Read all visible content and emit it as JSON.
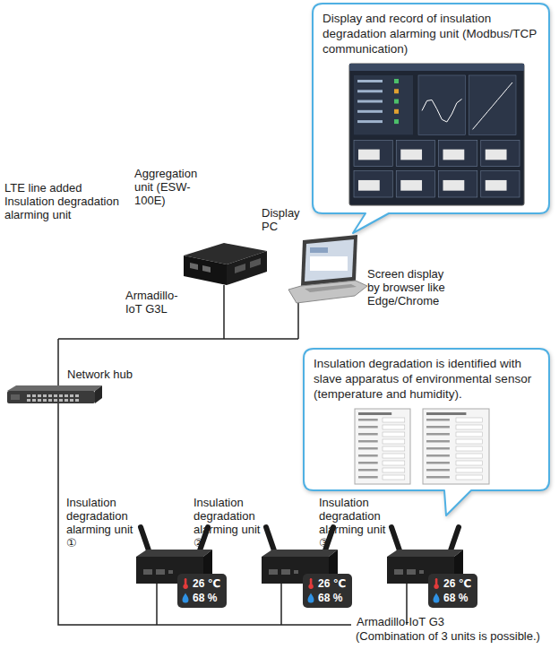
{
  "diagram": {
    "nodes": [
      {
        "text": [
          "Display and record of insulation degradation alarming unit (Modbus/TCP communication)"
        ]
      },
      {
        "text": [
          "Insulation degradation is identified with slave apparatus of environmental sensor (temperature and humidity)."
        ]
      },
      {
        "text": [
          "26 ℃",
          "68 %"
        ]
      },
      {
        "text": [
          "26 ℃",
          "68 %"
        ]
      },
      {
        "text": [
          "26 ℃",
          "68 %"
        ]
      }
    ],
    "labels": [
      "LTE line added Insulation degradation alarming unit",
      "Aggregation unit (ESW-100E)",
      "Armadillo-IoT G3L",
      "Display PC",
      "Screen display by browser like Edge/Chrome",
      "Network hub",
      "Insulation degradation alarming unit ①",
      "Insulation degradation alarming unit ②",
      "Insulation degradation alarming unit ③",
      "Armadillo-IoT G3",
      "(Combination of 3 units is possible.)"
    ]
  }
}
